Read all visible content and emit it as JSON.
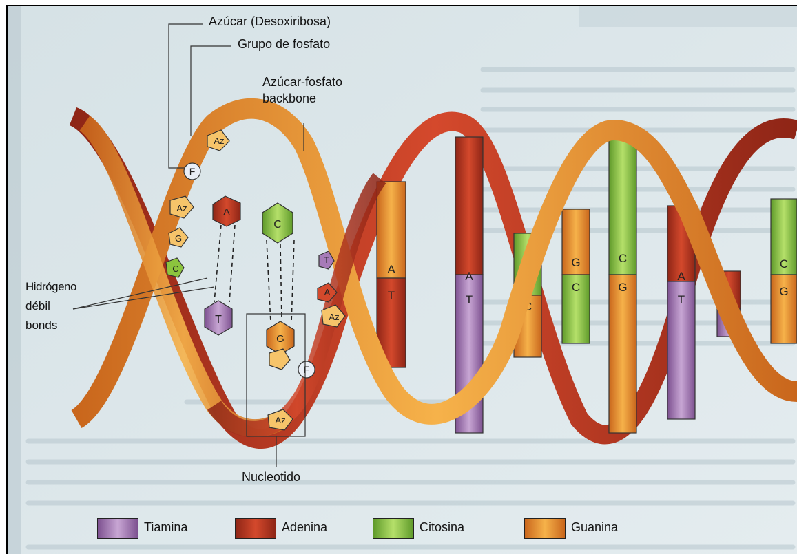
{
  "labels": {
    "sugar": "Azúcar (Desoxiribosa)",
    "phosphate_group": "Grupo de fosfato",
    "backbone_line1": "Azúcar-fosfato",
    "backbone_line2": "backbone",
    "hydrogen_line1": "Hidrógeno",
    "hydrogen_line2": "débil",
    "hydrogen_line3": "bonds",
    "nucleotide": "Nucleotido"
  },
  "bases": {
    "adenine": "A",
    "thymine": "T",
    "cytosine": "C",
    "guanine": "G",
    "sugar_abbr": "Az",
    "phosphate_abbr": "F"
  },
  "legend": [
    {
      "label": "Tiamina",
      "color": "#a77bb8"
    },
    {
      "label": "Adenina",
      "color": "#d8402a"
    },
    {
      "label": "Citosina",
      "color": "#8cc43e"
    },
    {
      "label": "Guanina",
      "color": "#f2a63a"
    }
  ],
  "colors": {
    "strand_orange": "#e8922a",
    "strand_red": "#b8361f",
    "page_tint": "#dde7ec"
  }
}
